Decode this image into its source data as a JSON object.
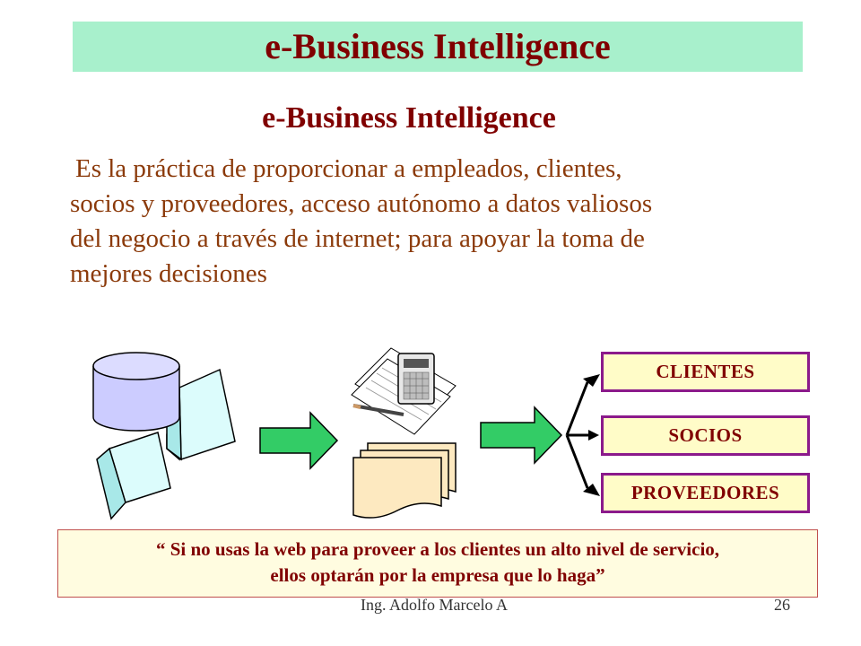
{
  "slide": {
    "title": "e-Business Intelligence",
    "subtitle": "e-Business Intelligence",
    "paragraph_lines": [
      "Es la práctica de proporcionar a empleados, clientes,",
      "socios y proveedores, acceso autónomo a datos valiosos",
      "del negocio a través de internet; para apoyar la toma de",
      "mejores decisiones"
    ]
  },
  "diagram": {
    "recipients": [
      "CLIENTES",
      "SOCIOS",
      "PROVEEDORES"
    ],
    "icons": [
      "database-icon",
      "cube-icon",
      "documents-icon",
      "calculator-icon",
      "pencil-icon",
      "arrow-right-icon"
    ]
  },
  "quote": {
    "line1": "“ Si no usas la web para proveer a los clientes un alto nivel de servicio,",
    "line2": "ellos optarán por la empresa que lo haga”"
  },
  "footer": {
    "author": "Ing. Adolfo Marcelo A",
    "page_number": "26"
  },
  "colors": {
    "title_band": "#a8f0cc",
    "title_text": "#800000",
    "body_text": "#8b3a0a",
    "box_border": "#8b1a8b",
    "box_fill": "#fffcc8",
    "arrow_fill": "#33cc66"
  }
}
